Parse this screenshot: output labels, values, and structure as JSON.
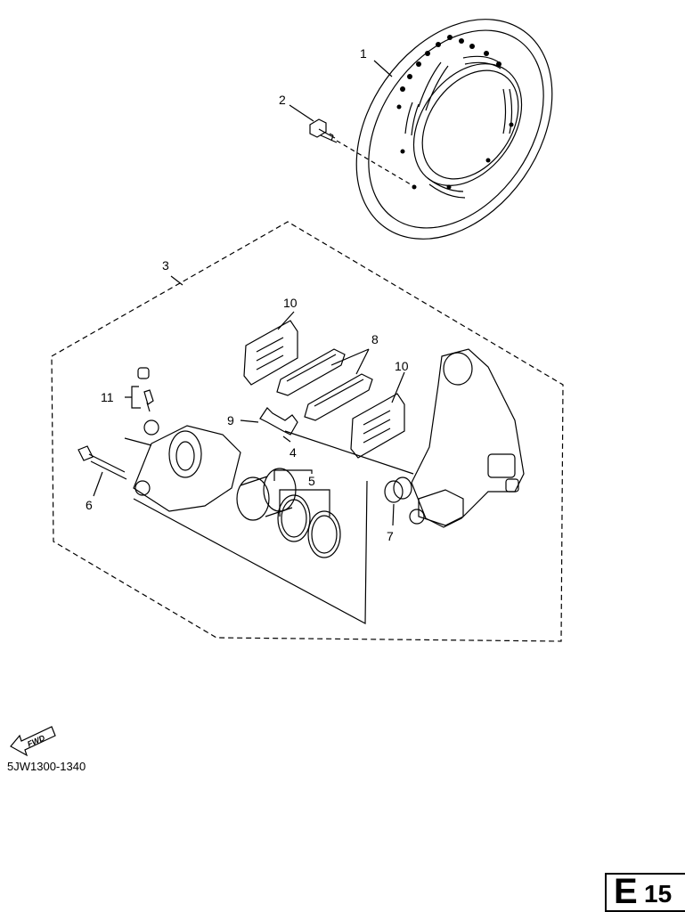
{
  "callouts": {
    "c1": "1",
    "c2": "2",
    "c3": "3",
    "c4": "4",
    "c5": "5",
    "c6": "6",
    "c7": "7",
    "c8": "8",
    "c9": "9",
    "c10a": "10",
    "c10b": "10",
    "c11": "11"
  },
  "fwd_label": "FWD",
  "diagram_code": "5JW1300-1340",
  "page_ref": {
    "letter": "E",
    "number": "15"
  }
}
